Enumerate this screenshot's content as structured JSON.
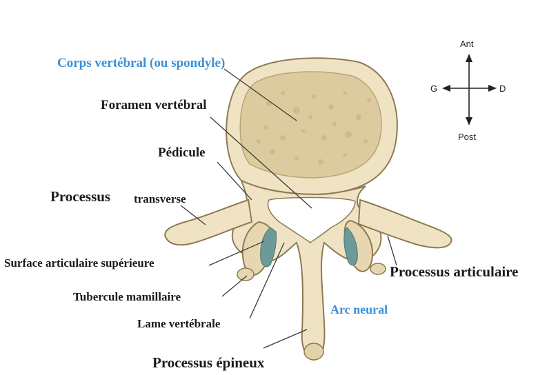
{
  "colors": {
    "bone": "#efe3c4",
    "bone_shade": "#cdbb8e",
    "bone_dark": "#8e7a52",
    "cancellous": "#c9b688",
    "cartilage": "#6c9a98",
    "line": "#3a3a3a",
    "blue_label": "#3b8fd6"
  },
  "labels": {
    "corps": "Corps vertébral (ou spondyle)",
    "foramen": "Foramen vertébral",
    "pedicule": "Pédicule",
    "proc_transverse_a": "Processus",
    "proc_transverse_b": "transverse",
    "surface_articulaire": "Surface articulaire supérieure",
    "tubercule": "Tubercule mamillaire",
    "lame": "Lame vertébrale",
    "proc_epineux": "Processus épineux",
    "proc_articulaire": "Processus articulaire",
    "arc_neural": "Arc neural"
  },
  "compass": {
    "up": "Ant",
    "down": "Post",
    "left": "G",
    "right": "D"
  }
}
